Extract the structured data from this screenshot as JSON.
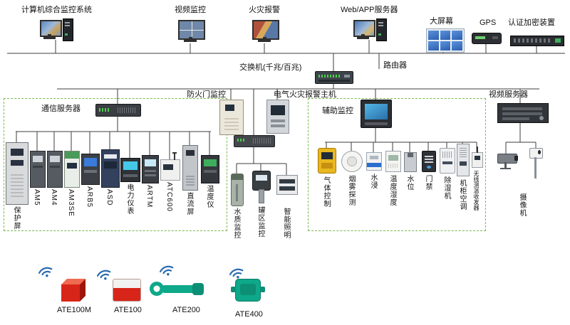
{
  "top_nodes": [
    "计算机综合监控系统",
    "视频监控",
    "火灾报警",
    "Web/APP服务器",
    "大屏幕",
    "GPS",
    "认证加密装置"
  ],
  "network": {
    "switch_label": "交换机(千兆/百兆)",
    "router_label": "路由器"
  },
  "branches": {
    "fire_door_label": "防火门监控",
    "electrical_fire_label": "电气火灾报警主机",
    "video_server_label": "视频服务器"
  },
  "comm_group": {
    "title": "通信服务器",
    "device_labels": [
      "保护屏",
      "AM5",
      "AM4",
      "AM3SE",
      "ARB5",
      "ASD",
      "电力仪表",
      "ARTM",
      "ATC600",
      "直流屏",
      "温度仪"
    ]
  },
  "middle_group": {
    "device_labels": [
      "水质监控",
      "罐区监控",
      "智能照明"
    ]
  },
  "aux_group": {
    "title": "辅助监控",
    "device_labels": [
      "气体控制",
      "烟雾探测",
      "水浸",
      "温度湿度",
      "水位",
      "门禁",
      "除湿机",
      "机柜空调",
      "无线测温收发器"
    ]
  },
  "camera_label": "摄像机",
  "products": [
    "ATE100M",
    "ATE100",
    "ATE200",
    "ATE400"
  ],
  "colors": {
    "dashed_box_green": "#7cb84f",
    "line": "#3c3c3c",
    "product_red": "#d8251a",
    "product_green": "#0ea88a",
    "screen_blue": "#3a78c8",
    "wifi_blue": "#2b6cb0"
  }
}
